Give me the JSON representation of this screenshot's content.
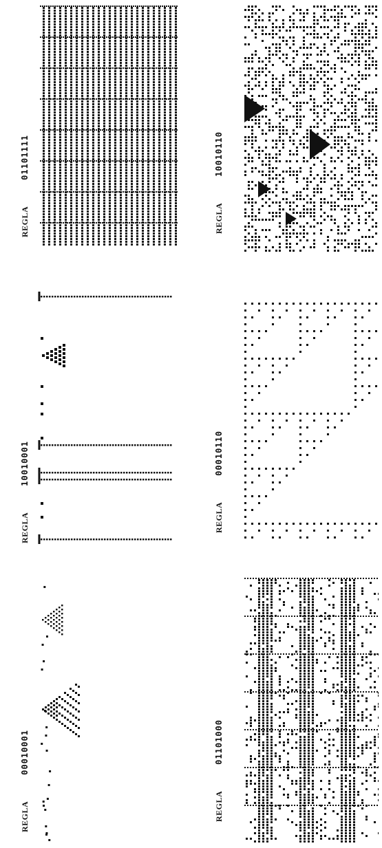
{
  "figure": {
    "panels": [
      {
        "id": "p1",
        "word": "REGLA",
        "code": "00010001",
        "pattern": "sparse-triangles"
      },
      {
        "id": "p2",
        "word": "REGLA",
        "code": "10010001",
        "pattern": "lines"
      },
      {
        "id": "p3",
        "word": "REGLA",
        "code": "01101111",
        "pattern": "dense-stripes"
      },
      {
        "id": "p4",
        "word": "REGLA",
        "code": "01101000",
        "pattern": "chaotic-blocks"
      },
      {
        "id": "p5",
        "word": "REGLA",
        "code": "00010110",
        "pattern": "sierpinski"
      },
      {
        "id": "p6",
        "word": "REGLA",
        "code": "10010110",
        "pattern": "random-triangles"
      }
    ]
  }
}
